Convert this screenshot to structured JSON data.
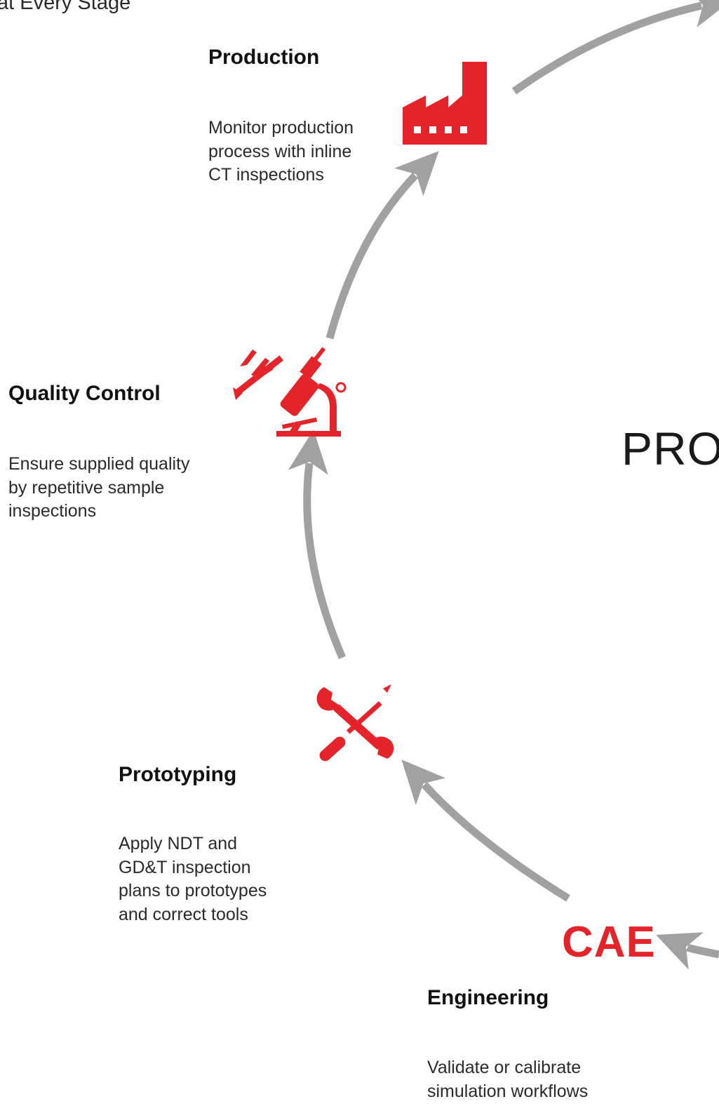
{
  "subtitle": "at Every Stage",
  "center_label": "PRO",
  "colors": {
    "accent": "#e3242b",
    "arrow": "#a1a1a1",
    "text": "#1a1a1a"
  },
  "stages": {
    "production": {
      "title": "Production",
      "description": [
        "Monitor production",
        "process with inline",
        "CT inspections"
      ],
      "icon": "factory-icon"
    },
    "quality_control": {
      "title": "Quality Control",
      "description": [
        "Ensure supplied quality",
        "by repetitive sample",
        "inspections"
      ],
      "icon": "caliper-microscope-icon"
    },
    "prototyping": {
      "title": "Prototyping",
      "description": [
        "Apply NDT and",
        "GD&T inspection",
        "plans to prototypes",
        "and correct tools"
      ],
      "icon": "wrench-screwdriver-icon"
    },
    "engineering": {
      "title": "Engineering",
      "description": [
        "Validate or calibrate",
        "simulation workflows"
      ],
      "icon_text": "CAE"
    }
  }
}
